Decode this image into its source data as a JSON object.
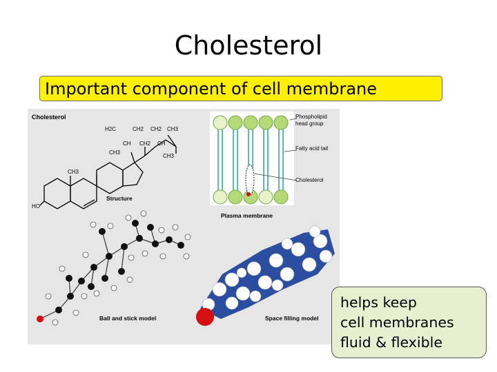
{
  "slide": {
    "title": "Cholesterol",
    "banner": "Important component of cell membrane",
    "note_lines": [
      "helps keep",
      "cell membranes",
      "fluid & flexible"
    ]
  },
  "figure": {
    "heading": "Cholesterol",
    "formula_labels": [
      "H2C",
      "CH2",
      "CH2",
      "CH3",
      "CH",
      "CH2",
      "CH",
      "CH3",
      "CH3",
      "CH3",
      "HO"
    ],
    "structure_label": "Structure",
    "membrane_label": "Plasma membrane",
    "callouts": [
      "Phospholipid",
      "head group",
      "Fatty acid tail",
      "Cholesterol"
    ],
    "ball_stick_label": "Ball and stick model",
    "space_filling_label": "Space filling model"
  },
  "colors": {
    "banner": "#ffef00",
    "note": "#e6efcf",
    "figure_bg": "#e6e6e6",
    "atom_blue": "#2b4ea0",
    "oxygen_red": "#d41010"
  }
}
